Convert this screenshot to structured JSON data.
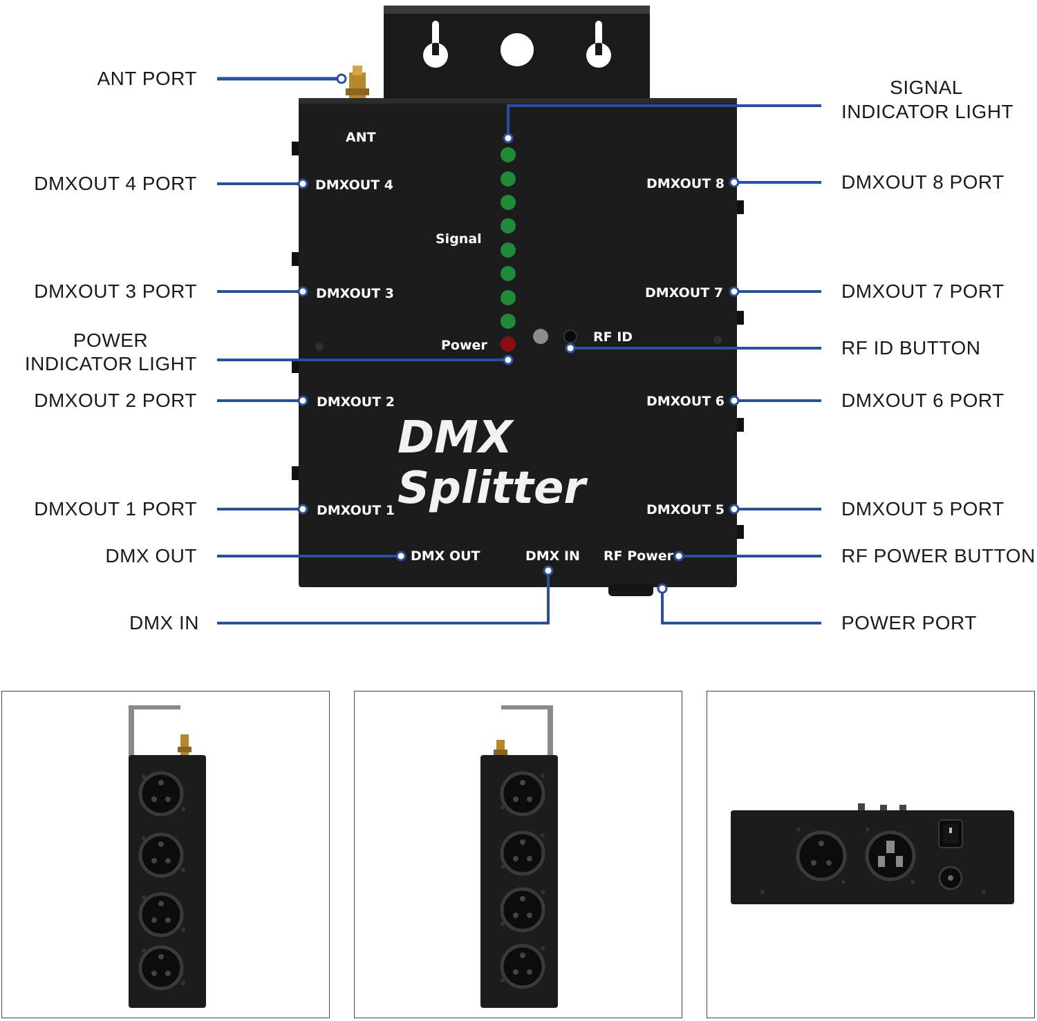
{
  "callouts": {
    "ant_port": "ANT PORT",
    "dmxout4_port": "DMXOUT 4 PORT",
    "dmxout3_port": "DMXOUT 3 PORT",
    "power_indicator_l1": "POWER",
    "power_indicator_l2": "INDICATOR LIGHT",
    "dmxout2_port": "DMXOUT 2 PORT",
    "dmxout1_port": "DMXOUT 1 PORT",
    "dmx_out": "DMX OUT",
    "dmx_in": "DMX IN",
    "signal_indicator_l1": "SIGNAL",
    "signal_indicator_l2": "INDICATOR LIGHT",
    "dmxout8_port": "DMXOUT 8 PORT",
    "dmxout7_port": "DMXOUT 7 PORT",
    "rf_id_button": "RF ID BUTTON",
    "dmxout6_port": "DMXOUT 6 PORT",
    "dmxout5_port": "DMXOUT 5 PORT",
    "rf_power_button": "RF POWER BUTTON",
    "power_port": "POWER PORT"
  },
  "device_labels": {
    "ant": "ANT",
    "dmxout4": "DMXOUT 4",
    "dmxout3": "DMXOUT 3",
    "dmxout2": "DMXOUT 2",
    "dmxout1": "DMXOUT 1",
    "dmxout8": "DMXOUT 8",
    "dmxout7": "DMXOUT 7",
    "dmxout6": "DMXOUT 6",
    "dmxout5": "DMXOUT 5",
    "signal": "Signal",
    "power": "Power",
    "rf_id": "RF ID",
    "dmx_out": "DMX OUT",
    "dmx_in": "DMX IN",
    "rf_power": "RF Power",
    "brand_line1": "DMX",
    "brand_line2": "Splitter"
  },
  "colors": {
    "leader_line": "#2a4f9c",
    "device_body": "#1c1c1c",
    "signal_led": "#1f8a3a",
    "power_led": "#8b0d14"
  },
  "icons": [
    "antenna-connector-icon",
    "xlr-female-socket-icon",
    "xlr-male-socket-icon",
    "power-switch-icon",
    "dc-jack-icon"
  ]
}
